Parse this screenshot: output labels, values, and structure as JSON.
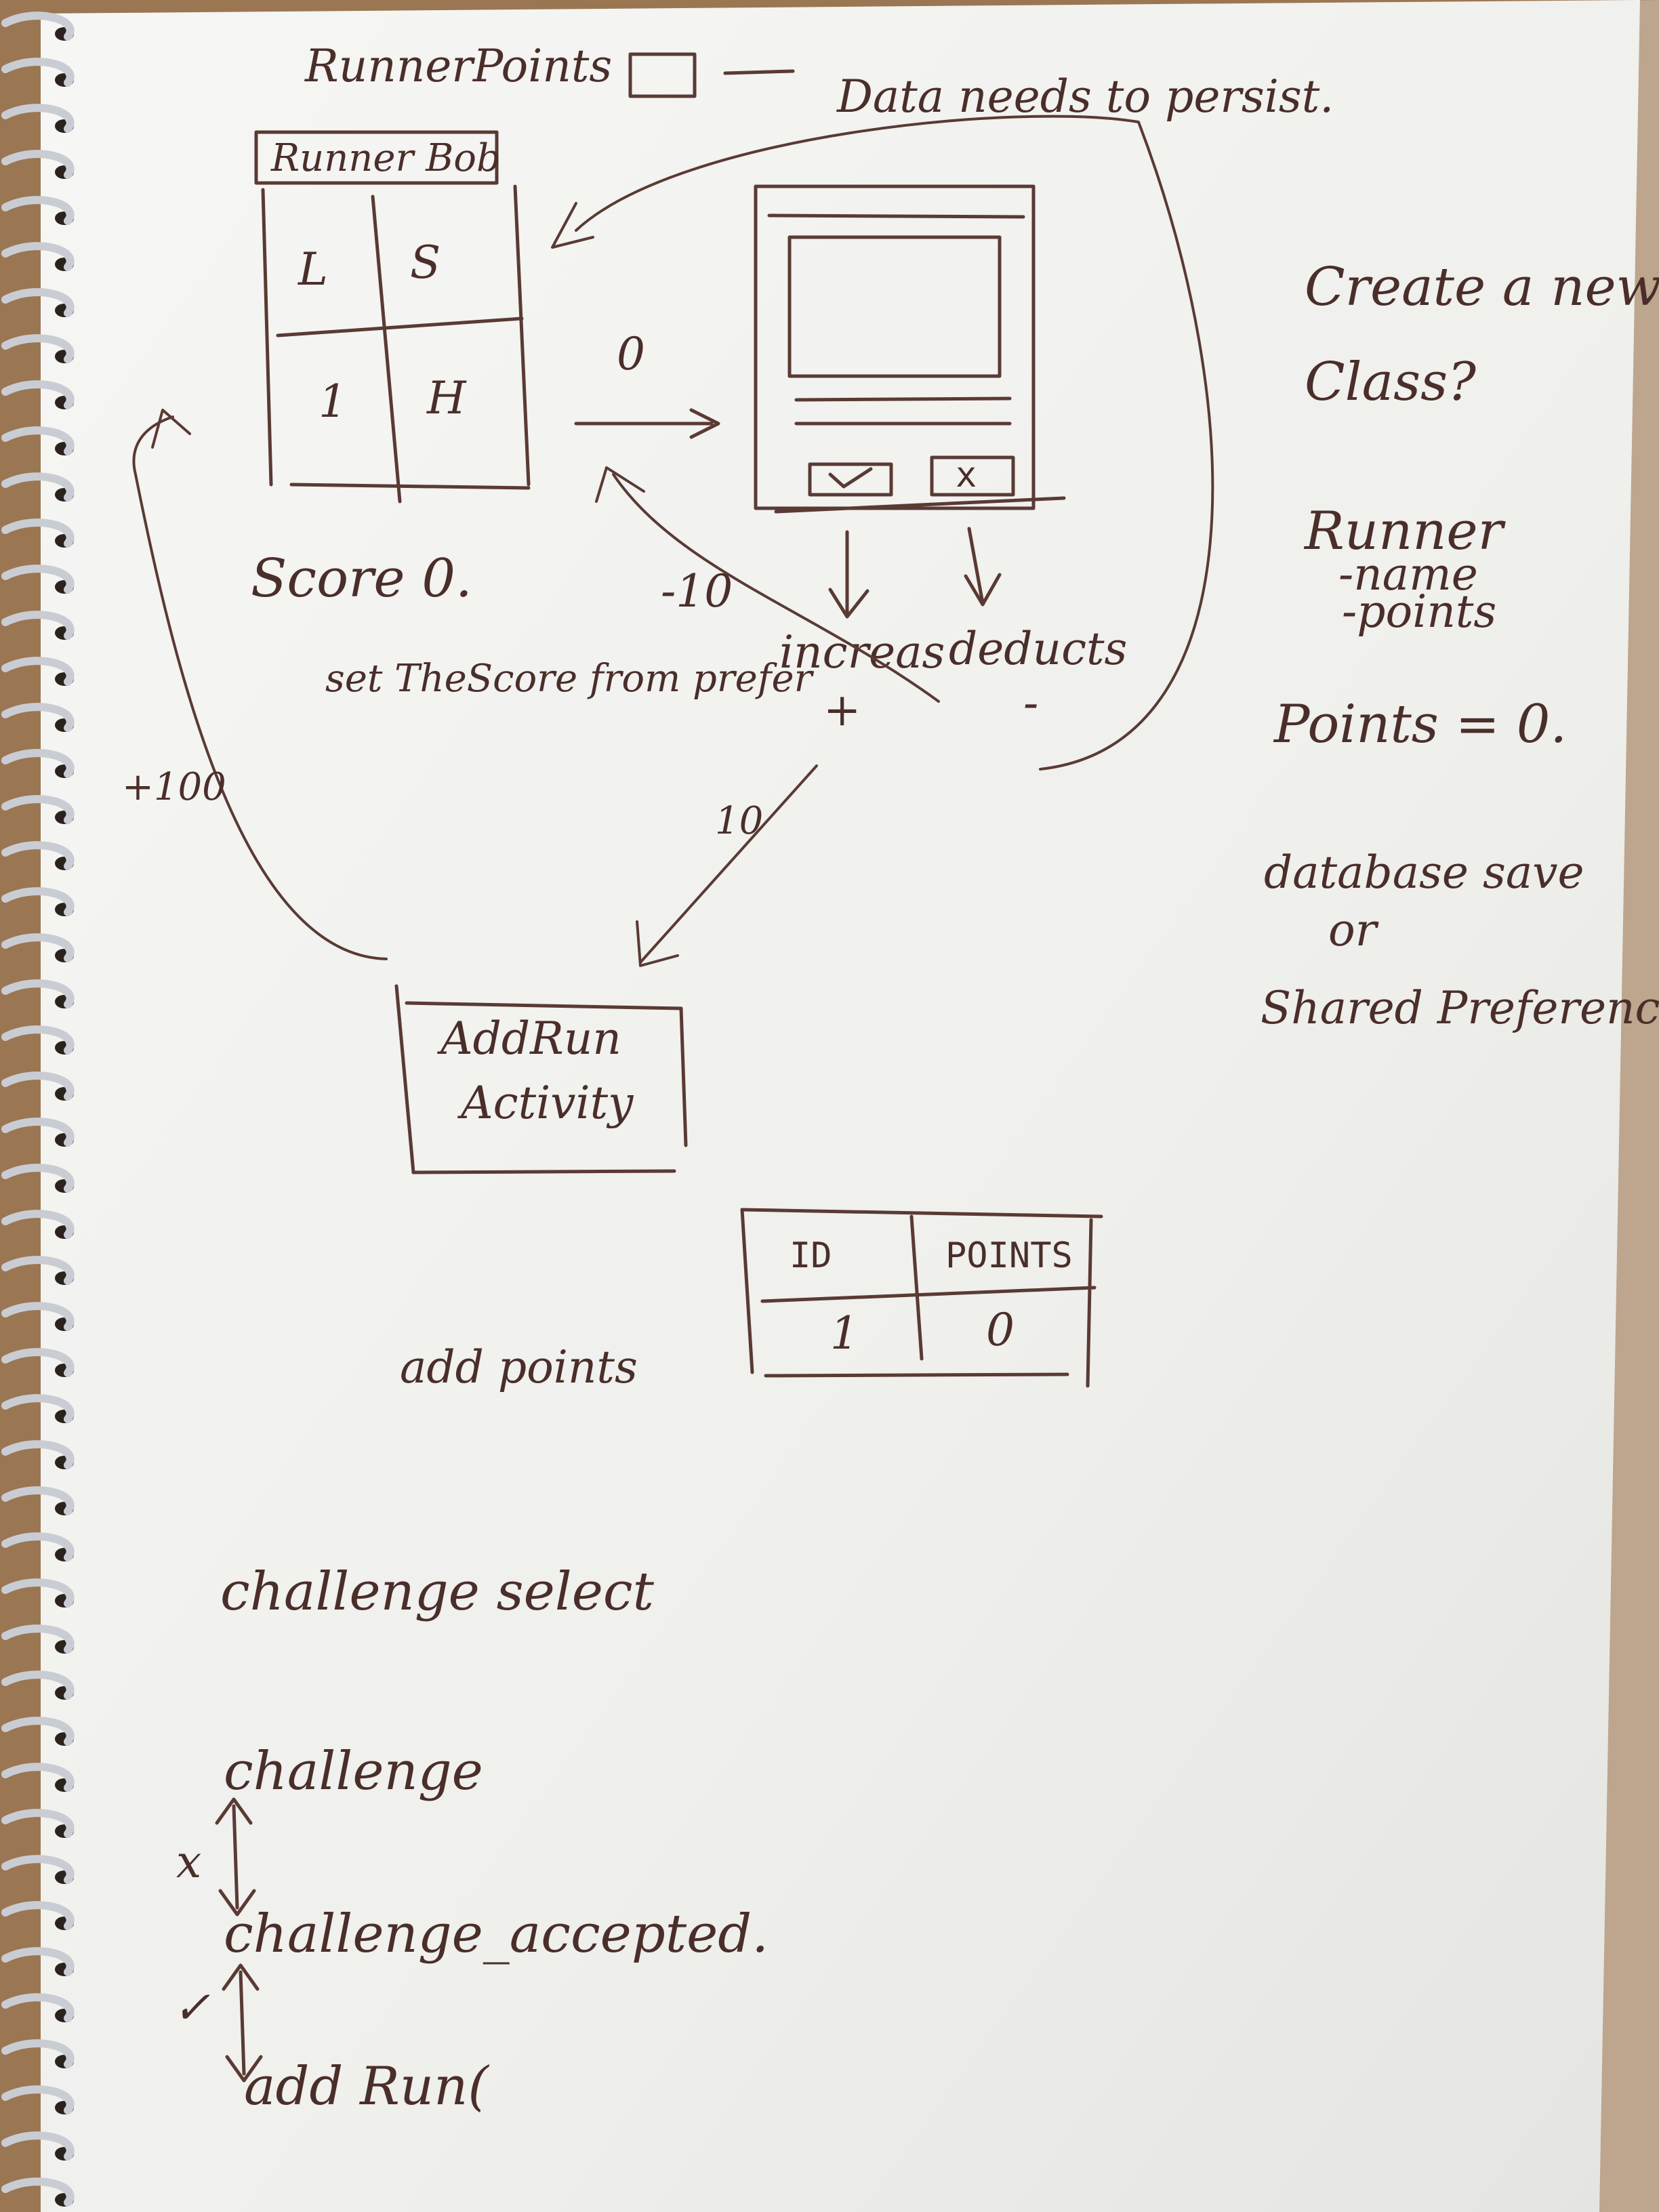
{
  "labels": {
    "title": "RunnerPoints",
    "persist_note": "Data needs to persist.",
    "runner_box_title": "Runner Bob",
    "grid_tl": "L",
    "grid_tr": "S",
    "grid_bl": "1",
    "grid_br": "H",
    "score": "Score 0.",
    "set_score": "set TheScore from prefer",
    "edge_zero": "0",
    "edge_minus_ten": "-10",
    "edge_plus_hundred": "+100",
    "edge_ten": "10",
    "increase": "increas",
    "deducts": "deducts",
    "plus": "+",
    "minus": "-",
    "checkbox_x": "x",
    "add_run_line1": "AddRun",
    "add_run_line2": "Activity",
    "add_points": "add points"
  },
  "notes": {
    "create_line1": "Create a new",
    "create_line2": "Class?",
    "runner": "Runner",
    "runner_name": "-name",
    "runner_points": "-points",
    "points_zero": "Points = 0.",
    "db_save": "database save",
    "or": "or",
    "shared_prefs": "Shared Preferences"
  },
  "table": {
    "headers": [
      "ID",
      "POINTS"
    ],
    "rows": [
      [
        "1",
        "0"
      ]
    ]
  },
  "flow": {
    "challenge_select": "challenge select",
    "challenge": "challenge",
    "cross_mark": "x",
    "challenge_accepted": "challenge_accepted.",
    "check_mark": "✓",
    "add_run": "add Run("
  },
  "colors": {
    "paper": "#f3f3f1",
    "ink": "#5a3a34",
    "desk": "#9a7652"
  }
}
